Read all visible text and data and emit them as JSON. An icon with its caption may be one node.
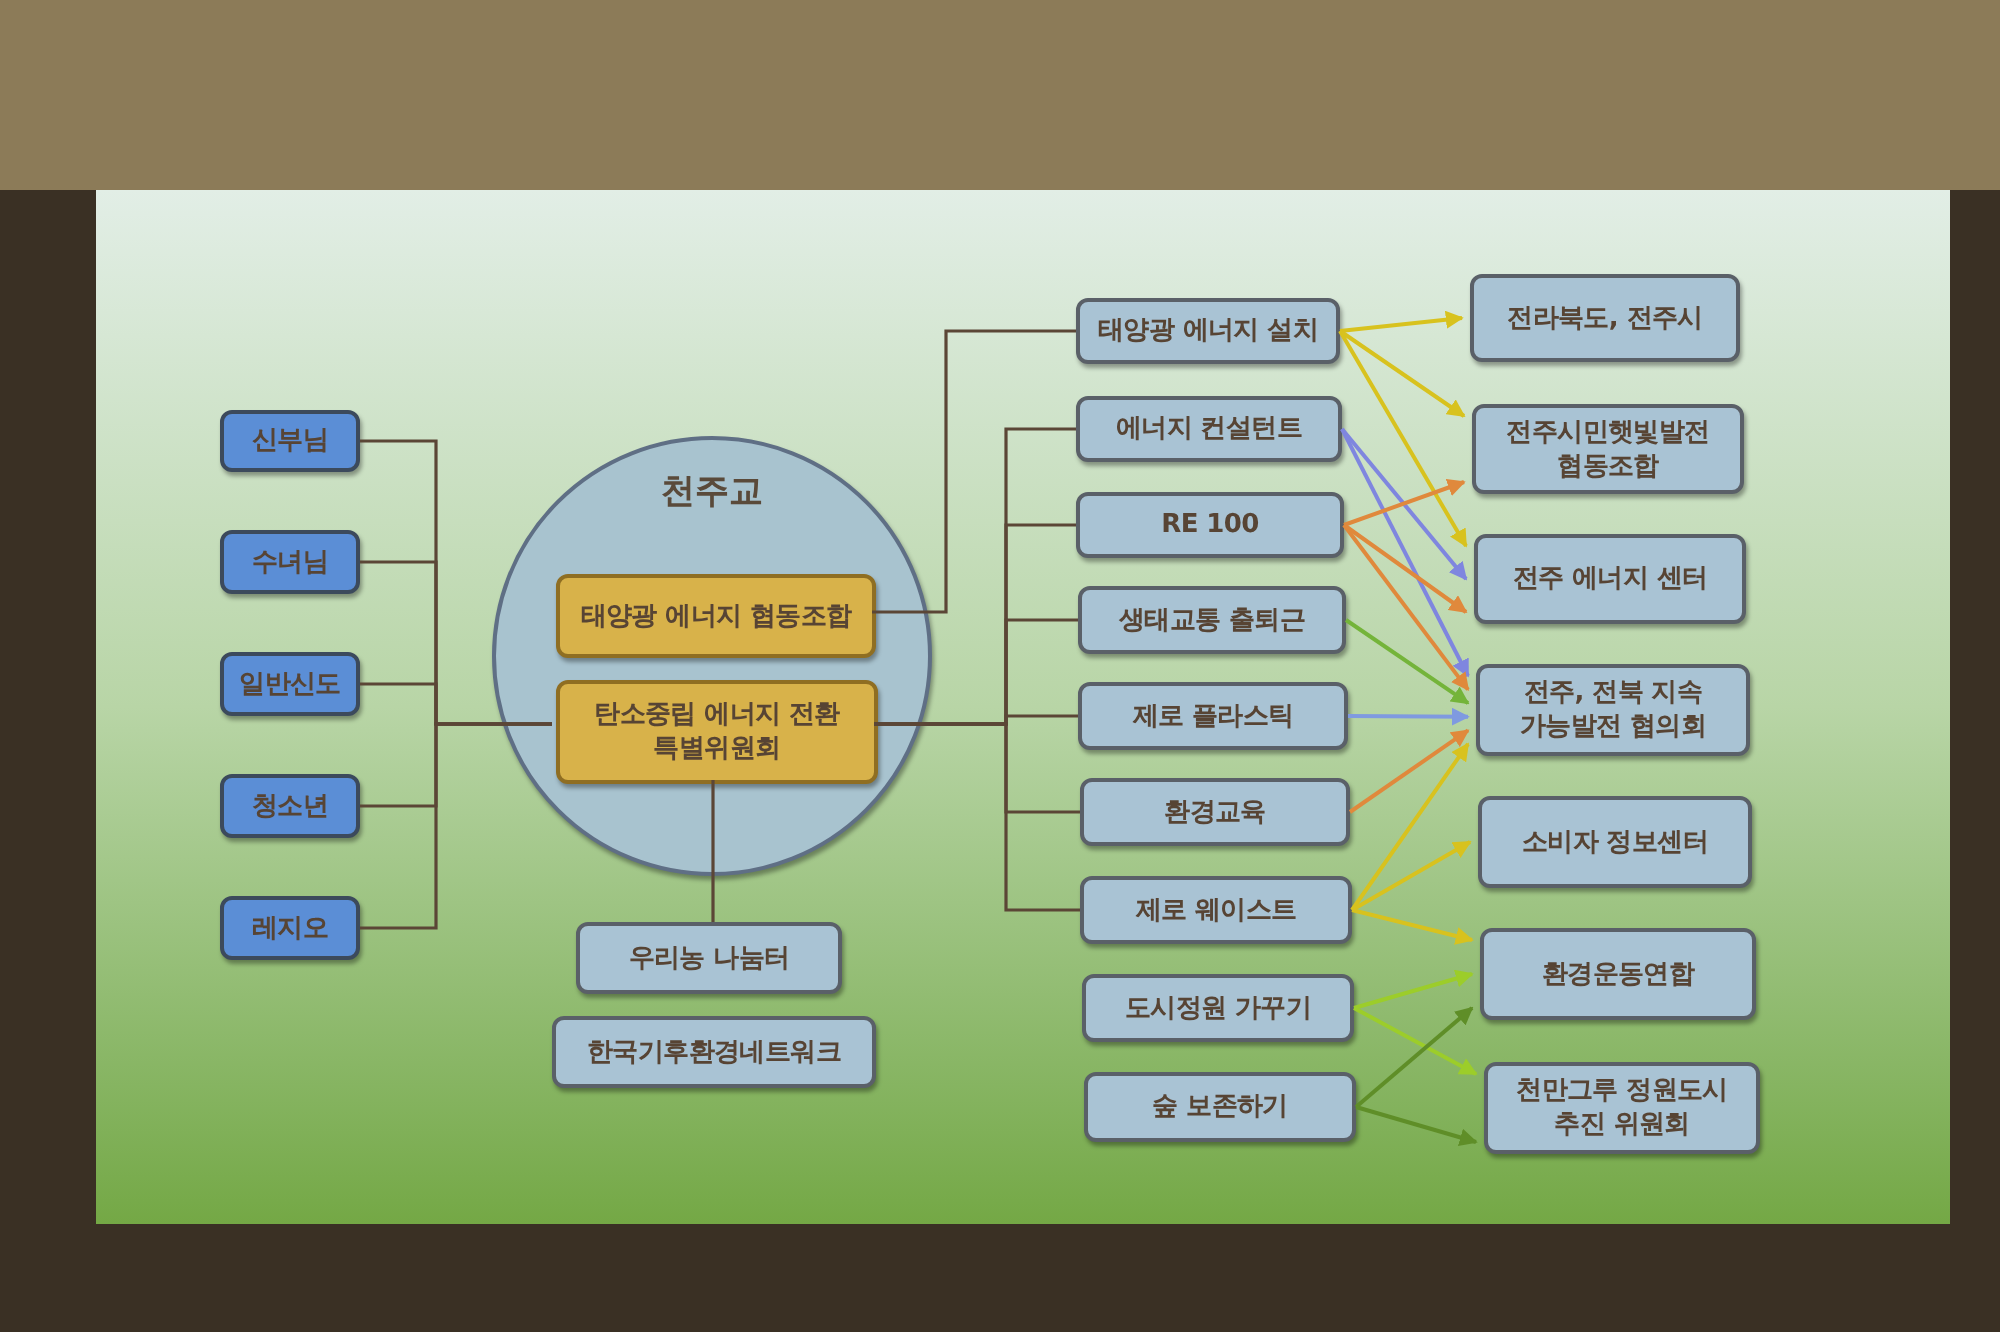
{
  "diagram": {
    "nodes": [
      {
        "text": [
          "신부님"
        ]
      },
      {
        "text": [
          "수녀님"
        ]
      },
      {
        "text": [
          "일반신도"
        ]
      },
      {
        "text": [
          "청소년"
        ]
      },
      {
        "text": [
          "레지오"
        ]
      },
      {
        "text": [
          "천주교"
        ]
      },
      {
        "text": [
          "태양광 에너지 협동조합"
        ],
        "in": 5
      },
      {
        "text": [
          "탄소중립 에너지 전환 특별위원회"
        ],
        "in": 5
      },
      {
        "text": [
          "우리농 나눔터"
        ]
      },
      {
        "text": [
          "한국기후환경네트워크"
        ]
      },
      {
        "text": [
          "태양광 에너지 설치"
        ]
      },
      {
        "text": [
          "에너지 컨설턴트"
        ]
      },
      {
        "text": [
          "RE 100"
        ]
      },
      {
        "text": [
          "생태교통 출퇴근"
        ]
      },
      {
        "text": [
          "제로 플라스틱"
        ]
      },
      {
        "text": [
          "환경교육"
        ]
      },
      {
        "text": [
          "제로 웨이스트"
        ]
      },
      {
        "text": [
          "도시정원 가꾸기"
        ]
      },
      {
        "text": [
          "숲 보존하기"
        ]
      },
      {
        "text": [
          "전라북도, 전주시"
        ]
      },
      {
        "text": [
          "전주시민햇빛발전 협동조합"
        ]
      },
      {
        "text": [
          "전주 에너지 센터"
        ]
      },
      {
        "text": [
          "전주, 전북 지속 가능발전 협의회"
        ]
      },
      {
        "text": [
          "소비자 정보센터"
        ]
      },
      {
        "text": [
          "환경운동연합"
        ]
      },
      {
        "text": [
          "천만그루 정원도시 추진 위원회"
        ]
      }
    ],
    "edges": [
      {
        "from": 0,
        "to": 7,
        "arrow": "none"
      },
      {
        "from": 1,
        "to": 7,
        "arrow": "none"
      },
      {
        "from": 2,
        "to": 7,
        "arrow": "none"
      },
      {
        "from": 3,
        "to": 7,
        "arrow": "none"
      },
      {
        "from": 4,
        "to": 7,
        "arrow": "none"
      },
      {
        "from": 6,
        "to": 10,
        "arrow": "none"
      },
      {
        "from": 7,
        "to": 11,
        "arrow": "none"
      },
      {
        "from": 7,
        "to": 12,
        "arrow": "none"
      },
      {
        "from": 7,
        "to": 13,
        "arrow": "none"
      },
      {
        "from": 7,
        "to": 14,
        "arrow": "none"
      },
      {
        "from": 7,
        "to": 15,
        "arrow": "none"
      },
      {
        "from": 7,
        "to": 16,
        "arrow": "none"
      },
      {
        "from": 7,
        "to": 8,
        "arrow": "none"
      },
      {
        "from": 10,
        "to": 19,
        "arrow": "to",
        "color": "#d8c21e"
      },
      {
        "from": 10,
        "to": 20,
        "arrow": "to",
        "color": "#d8c21e"
      },
      {
        "from": 10,
        "to": 21,
        "arrow": "to",
        "color": "#d8c21e"
      },
      {
        "from": 11,
        "to": 21,
        "arrow": "to",
        "color": "#7f86df"
      },
      {
        "from": 11,
        "to": 22,
        "arrow": "to",
        "color": "#7f86df"
      },
      {
        "from": 12,
        "to": 20,
        "arrow": "to",
        "color": "#e0893c"
      },
      {
        "from": 12,
        "to": 21,
        "arrow": "to",
        "color": "#e0893c"
      },
      {
        "from": 12,
        "to": 22,
        "arrow": "to",
        "color": "#e0893c"
      },
      {
        "from": 13,
        "to": 22,
        "arrow": "to",
        "color": "#74b43a"
      },
      {
        "from": 14,
        "to": 22,
        "arrow": "to",
        "color": "#7f9ae0"
      },
      {
        "from": 15,
        "to": 22,
        "arrow": "to",
        "color": "#e0893c"
      },
      {
        "from": 16,
        "to": 22,
        "arrow": "to",
        "color": "#d8c21e"
      },
      {
        "from": 16,
        "to": 23,
        "arrow": "to",
        "color": "#d8c21e"
      },
      {
        "from": 16,
        "to": 24,
        "arrow": "to",
        "color": "#d8c21e"
      },
      {
        "from": 17,
        "to": 24,
        "arrow": "to",
        "color": "#9ccd2a"
      },
      {
        "from": 17,
        "to": 25,
        "arrow": "to",
        "color": "#9ccd2a"
      },
      {
        "from": 18,
        "to": 24,
        "arrow": "to",
        "color": "#5f8e28"
      },
      {
        "from": 18,
        "to": 25,
        "arrow": "to",
        "color": "#5f8e28"
      }
    ]
  }
}
